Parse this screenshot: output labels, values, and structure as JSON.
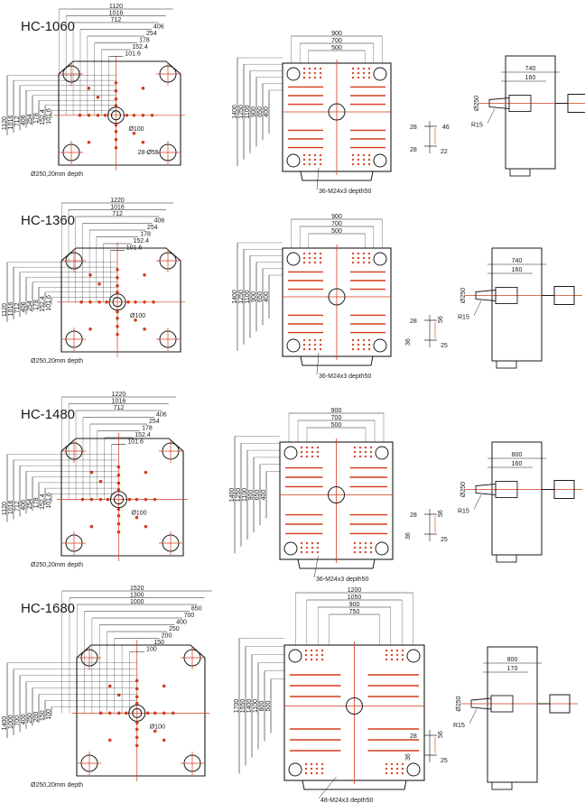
{
  "colors": {
    "line": "#1a1a1a",
    "accent": "#d23c1c",
    "paper": "#ffffff"
  },
  "models": [
    {
      "name": "HC-1060",
      "fixed": {
        "top_dims": [
          "1120",
          "1016",
          "712",
          "406",
          "254",
          "178",
          "152.4",
          "101.6"
        ],
        "left_dims": [
          "1120",
          "1016",
          "712",
          "406",
          "254",
          "178",
          "152.4",
          "101.6"
        ],
        "center_dia": "Ø100",
        "holes": "28-Ø55",
        "ring": "Ø250,20mm depth"
      },
      "moving": {
        "top_dims": [
          "900",
          "700",
          "500"
        ],
        "left_dims": [
          "1400",
          "1250",
          "1100",
          "900",
          "650",
          "400"
        ],
        "thread": "36-M24x3 depth50"
      },
      "slot": {
        "a": "28",
        "b": "46",
        "c": "28",
        "d": "22"
      },
      "side": {
        "d1": "740",
        "d2": "160",
        "dia": "Ø250",
        "r": "R15"
      }
    },
    {
      "name": "HC-1360",
      "fixed": {
        "top_dims": [
          "1220",
          "1016",
          "712",
          "406",
          "254",
          "178",
          "152.4",
          "101.6"
        ],
        "left_dims": [
          "1120",
          "1016",
          "712",
          "406",
          "254",
          "178",
          "152.4",
          "101.6"
        ],
        "center_dia": "Ø100",
        "holes": "",
        "ring": "Ø250,20mm depth"
      },
      "moving": {
        "top_dims": [
          "900",
          "700",
          "500"
        ],
        "left_dims": [
          "1400",
          "1250",
          "1100",
          "900",
          "650",
          "400"
        ],
        "thread": "36-M24x3 depth50"
      },
      "slot": {
        "a": "28",
        "b": "56",
        "c": "36",
        "d": "25"
      },
      "side": {
        "d1": "740",
        "d2": "160",
        "dia": "Ø250",
        "r": "R15"
      }
    },
    {
      "name": "HC-1480",
      "fixed": {
        "top_dims": [
          "1220",
          "1016",
          "712",
          "406",
          "254",
          "178",
          "152.4",
          "101.6"
        ],
        "left_dims": [
          "1120",
          "1016",
          "712",
          "406",
          "254",
          "178",
          "152.4",
          "101.6"
        ],
        "center_dia": "Ø100",
        "holes": "",
        "ring": "Ø250,20mm depth"
      },
      "moving": {
        "top_dims": [
          "900",
          "700",
          "500"
        ],
        "left_dims": [
          "1400",
          "1250",
          "1100",
          "900",
          "650",
          "400"
        ],
        "thread": "36-M24x3 depth50"
      },
      "slot": {
        "a": "28",
        "b": "56",
        "c": "36",
        "d": "25"
      },
      "side": {
        "d1": "800",
        "d2": "160",
        "dia": "Ø250",
        "r": "R15"
      }
    },
    {
      "name": "HC-1680",
      "fixed": {
        "top_dims": [
          "1520",
          "1300",
          "1000",
          "850",
          "700",
          "400",
          "250",
          "200",
          "150",
          "100"
        ],
        "left_dims": [
          "1400",
          "1000",
          "700",
          "400",
          "250",
          "200",
          "150",
          "100"
        ],
        "center_dia": "Ø100",
        "holes": "",
        "ring": "Ø250,20mm depth"
      },
      "moving": {
        "top_dims": [
          "1200",
          "1050",
          "900",
          "750"
        ],
        "left_dims": [
          "1700",
          "1550",
          "1400",
          "1100",
          "800",
          "500"
        ],
        "thread": "48-M24x3 depth50"
      },
      "slot": {
        "a": "28",
        "b": "56",
        "c": "36",
        "d": "25"
      },
      "side": {
        "d1": "800",
        "d2": "170",
        "dia": "Ø250",
        "r": "R15"
      }
    }
  ]
}
